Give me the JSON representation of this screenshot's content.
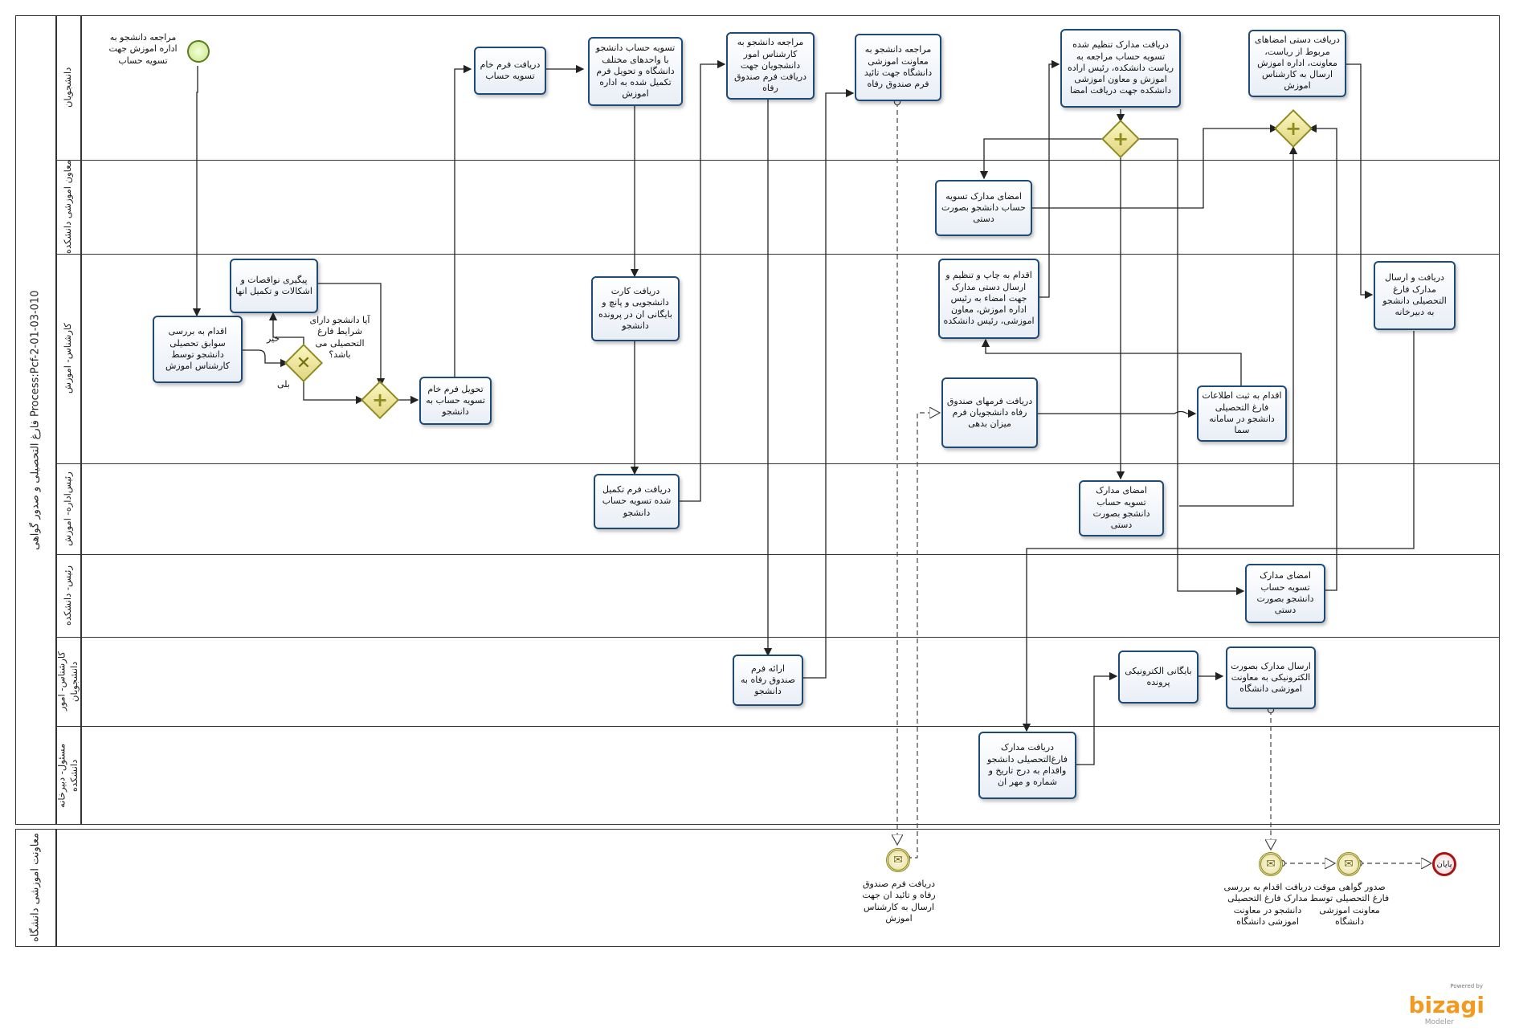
{
  "pools": [
    {
      "id": "main",
      "label": "فارغ التحصیلی و صدور گواهی Process:Pcf-2-01-03-010"
    },
    {
      "id": "vice",
      "label": "معاونت اموزشی دانشگاه"
    }
  ],
  "lanes": [
    {
      "id": "students",
      "label": "دانشجویان"
    },
    {
      "id": "vice_faculty",
      "label": "معاون اموزشی دانشکده"
    },
    {
      "id": "edu_expert",
      "label": "کارشناس- اموزش"
    },
    {
      "id": "edu_head",
      "label": "رئیس‌اداره- اموزش"
    },
    {
      "id": "faculty_head",
      "label": "رئیس- دانشکده"
    },
    {
      "id": "student_affairs",
      "label": "کارشناس- امور دانشجویان"
    },
    {
      "id": "secretariat",
      "label": "مسئول- دبیرخانه دانشکده"
    }
  ],
  "start_note": "مراجعه دانشجو به اداره اموزش جهت تسویه حساب",
  "tasks": [
    {
      "id": "t1",
      "label": "اقدام به بررسی سوابق تحصیلی دانشجو توسط کارشناس اموزش"
    },
    {
      "id": "t2",
      "label": "پیگیری نواقصات و اشکالات و تکمیل انها"
    },
    {
      "id": "t3",
      "label": "تحویل فرم خام تسویه حساب به دانشجو"
    },
    {
      "id": "t4",
      "label": "دریافت فرم خام تسویه حساب"
    },
    {
      "id": "t5",
      "label": "تسویه حساب دانشجو با واحدهای مختلف دانشگاه و تحویل فرم تکمیل شده به اداره اموزش"
    },
    {
      "id": "t6",
      "label": "دریافت کارت دانشجویی و پانچ و بایگانی ان در پرونده دانشجو"
    },
    {
      "id": "t7",
      "label": "دریافت فرم تکمیل شده تسویه حساب دانشجو"
    },
    {
      "id": "t8",
      "label": "مراجعه دانشجو به کارشناس امور دانشجویان جهت دریافت فرم صندوق رفاه"
    },
    {
      "id": "t9",
      "label": "ارائه فرم صندوق رفاه به دانشجو"
    },
    {
      "id": "t10",
      "label": "مراجعه دانشجو به معاونت اموزشی دانشگاه جهت تائید فرم صندوق رفاه"
    },
    {
      "id": "t11",
      "label": "دریافت فرمهای صندوق رفاه دانشجویان فرم میزان بدهی"
    },
    {
      "id": "t12",
      "label": "اقدام به ثبت اطلاعات فارغ التحصیلی دانشجو در سامانه سما"
    },
    {
      "id": "t13",
      "label": "اقدام به چاپ و تنظیم و ارسال دستی مدارک جهت امضاء به رئیس اداره اموزش، معاون اموزشی، رئیس دانشکده"
    },
    {
      "id": "t14",
      "label": "دریافت مدارک تنظیم شده تسویه حساب مراجعه به ریاست دانشکده، رئیس اراده اموزش و معاون اموزشی دانشکده جهت دریافت امضا"
    },
    {
      "id": "t15",
      "label": "امضای مدارک تسویه حساب دانشجو بصورت دستی"
    },
    {
      "id": "t16",
      "label": "امضای مدارک تسویه حساب دانشجو بصورت دستی"
    },
    {
      "id": "t17",
      "label": "امضای مدارک تسویه حساب دانشجو بصورت دستی"
    },
    {
      "id": "t18",
      "label": "دریافت دستی امضاهای مربوط از ریاست، معاونت، اداره اموزش ارسال به کارشناس اموزش"
    },
    {
      "id": "t19",
      "label": "دریافت و ارسال مدارک فارغ التحصیلی دانشجو به دبیرخانه"
    },
    {
      "id": "t20",
      "label": "دریافت مدارک فارغ‌التحصیلی دانشجو واقدام به درج تاریخ و شماره و مهر ان"
    },
    {
      "id": "t21",
      "label": "بایگانی الکترونیکی پرونده"
    },
    {
      "id": "t22",
      "label": "ارسال مدارک بصورت الکترونیکی به معاونت اموزشی دانشگاه"
    }
  ],
  "gateway_question": "آیا دانشجو دارای شرایط فارغ التحصیلی می باشد؟",
  "gateway_no": "خیر",
  "gateway_yes": "بلی",
  "events": {
    "e1": "دریافت فرم صندوق رفاه و تائید ان جهت ارسال به کارشناس اموزش",
    "e2": "دریافت اقدام به بررسی مدارک فارغ التحصیلی دانشجو در معاونت اموزشی دانشگاه",
    "e3": "صدور گواهی موقت فارغ التحصیلی توسط معاونت اموزشی دانشگاه",
    "end": "پایان"
  },
  "branding": {
    "powered": "Powered by",
    "name": "bizagi",
    "product": "Modeler"
  },
  "colors": {
    "task_border": "#1e4a78",
    "gateway": "#8c8c1f",
    "start": "#5a7e18",
    "end": "#aa1313",
    "logo": "#f39a1e"
  }
}
